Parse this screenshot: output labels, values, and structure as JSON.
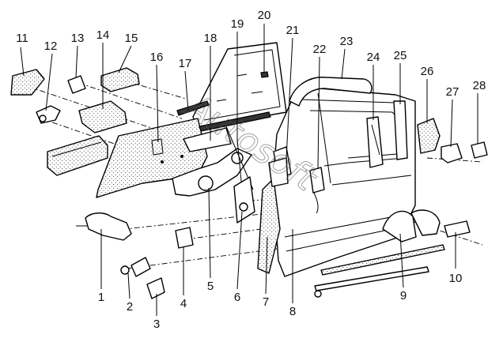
{
  "diagram": {
    "watermark": "Autosoft",
    "callouts": [
      {
        "id": "c1",
        "label": "1"
      },
      {
        "id": "c2",
        "label": "2"
      },
      {
        "id": "c3",
        "label": "3"
      },
      {
        "id": "c4",
        "label": "4"
      },
      {
        "id": "c5",
        "label": "5"
      },
      {
        "id": "c6",
        "label": "6"
      },
      {
        "id": "c7",
        "label": "7"
      },
      {
        "id": "c8",
        "label": "8"
      },
      {
        "id": "c9",
        "label": "9"
      },
      {
        "id": "c10",
        "label": "10"
      },
      {
        "id": "c11",
        "label": "11"
      },
      {
        "id": "c12",
        "label": "12"
      },
      {
        "id": "c13",
        "label": "13"
      },
      {
        "id": "c14",
        "label": "14"
      },
      {
        "id": "c15",
        "label": "15"
      },
      {
        "id": "c16",
        "label": "16"
      },
      {
        "id": "c17",
        "label": "17"
      },
      {
        "id": "c18",
        "label": "18"
      },
      {
        "id": "c19",
        "label": "19"
      },
      {
        "id": "c20",
        "label": "20"
      },
      {
        "id": "c21",
        "label": "21"
      },
      {
        "id": "c22",
        "label": "22"
      },
      {
        "id": "c23",
        "label": "23"
      },
      {
        "id": "c24",
        "label": "24"
      },
      {
        "id": "c25",
        "label": "25"
      },
      {
        "id": "c26",
        "label": "26"
      },
      {
        "id": "c27",
        "label": "27"
      },
      {
        "id": "c28",
        "label": "28"
      }
    ]
  }
}
